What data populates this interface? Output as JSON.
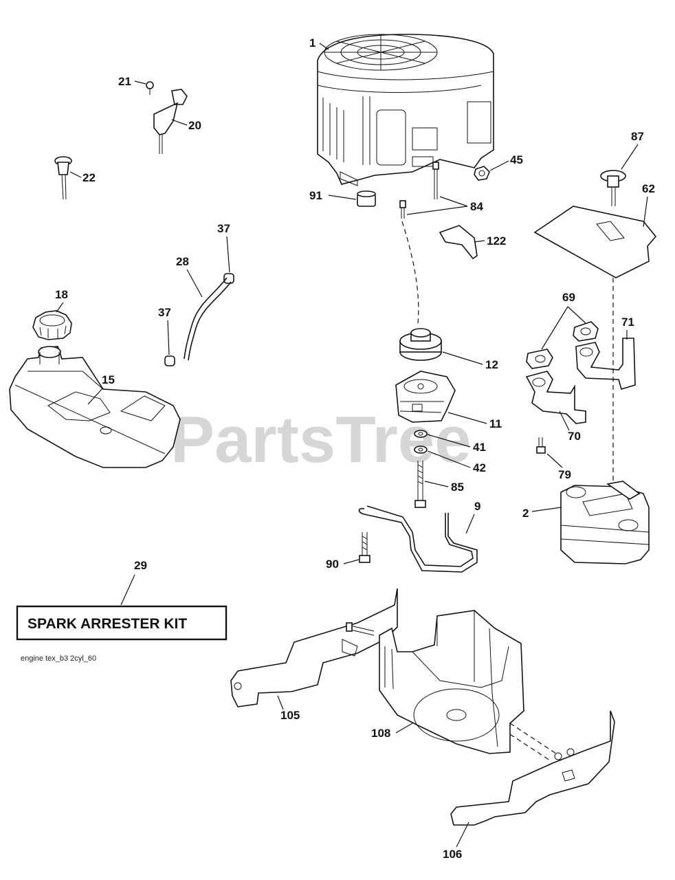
{
  "watermark": {
    "text": "PartsTree",
    "trademark": "™"
  },
  "kit_box": {
    "label": "SPARK ARRESTER KIT",
    "callout": "29"
  },
  "diagram_code": "engine tex_b3 2cyl_60",
  "callouts": {
    "engine": "1",
    "muffler": "2",
    "bracket_rod": "9",
    "clutch": "11",
    "pulley": "12",
    "fuel_tank": "15",
    "fuel_cap": "18",
    "throttle_control": "20",
    "screw_21": "21",
    "choke_knob": "22",
    "fuel_hose": "28",
    "hose_clamp_top": "37",
    "hose_clamp_bottom": "37",
    "washer_41": "41",
    "washer_42": "42",
    "nut_45": "45",
    "heat_shield": "62",
    "gasket": "69",
    "exhaust_pipe_70": "70",
    "exhaust_pipe_71": "71",
    "screw_79": "79",
    "bolts_84": "84",
    "bolt_85": "85",
    "fuel_filter_cap": "87",
    "bolt_90": "90",
    "bushing_91": "91",
    "plate_105": "105",
    "plate_106": "106",
    "engine_mount": "108",
    "clutch_bracket": "122"
  }
}
